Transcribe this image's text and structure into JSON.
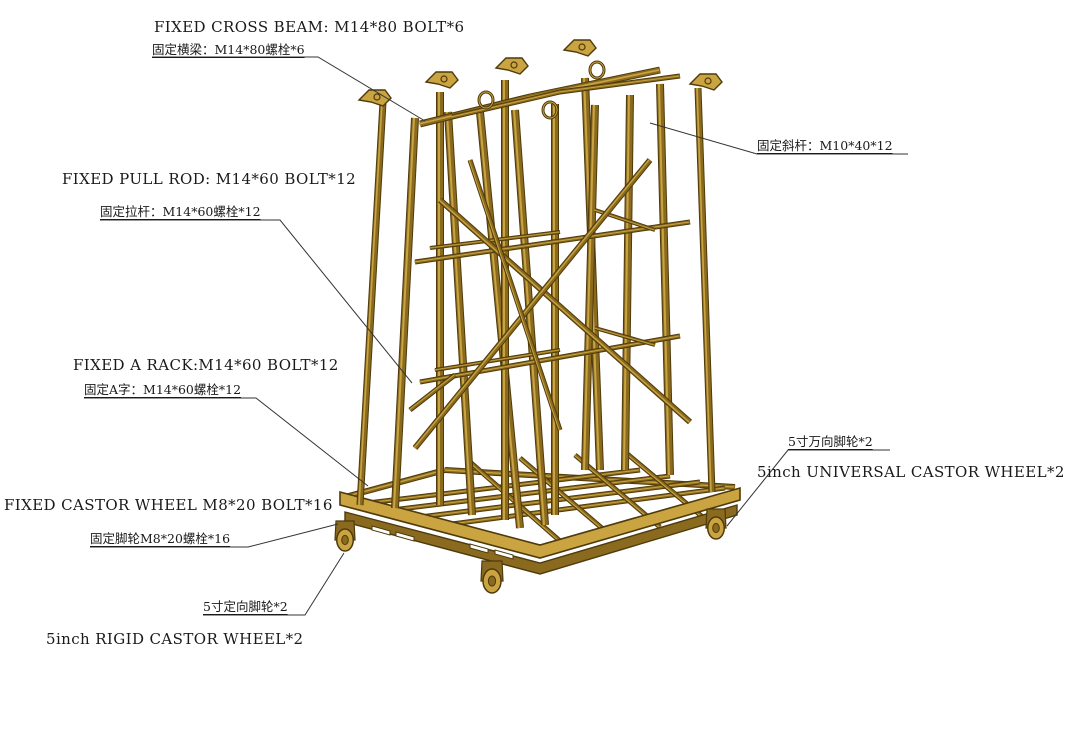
{
  "colors": {
    "frame": "#8a6a1e",
    "frame_light": "#c9a441",
    "frame_dark": "#4e3a0b",
    "leader": "#333333",
    "text": "#1a1a1a"
  },
  "labels": {
    "cross_beam_en": "FIXED CROSS BEAM: M14*80 BOLT*6",
    "cross_beam_cn": "固定横梁：M14*80螺栓*6",
    "diagonal_cn": "固定斜杆：M10*40*12",
    "pull_rod_en": "FIXED PULL ROD: M14*60 BOLT*12",
    "pull_rod_cn": "固定拉杆：M14*60螺栓*12",
    "a_rack_en": "FIXED A RACK:M14*60 BOLT*12",
    "a_rack_cn": "固定A字：M14*60螺栓*12",
    "universal_cn": "5寸万向脚轮*2",
    "universal_en": "5inch UNIVERSAL CASTOR WHEEL*2",
    "castor_en": "FIXED CASTOR WHEEL  M8*20 BOLT*16",
    "castor_cn": "固定脚轮M8*20螺栓*16",
    "rigid_cn": "5寸定向脚轮*2",
    "rigid_en": "5inch RIGID CASTOR WHEEL*2"
  }
}
